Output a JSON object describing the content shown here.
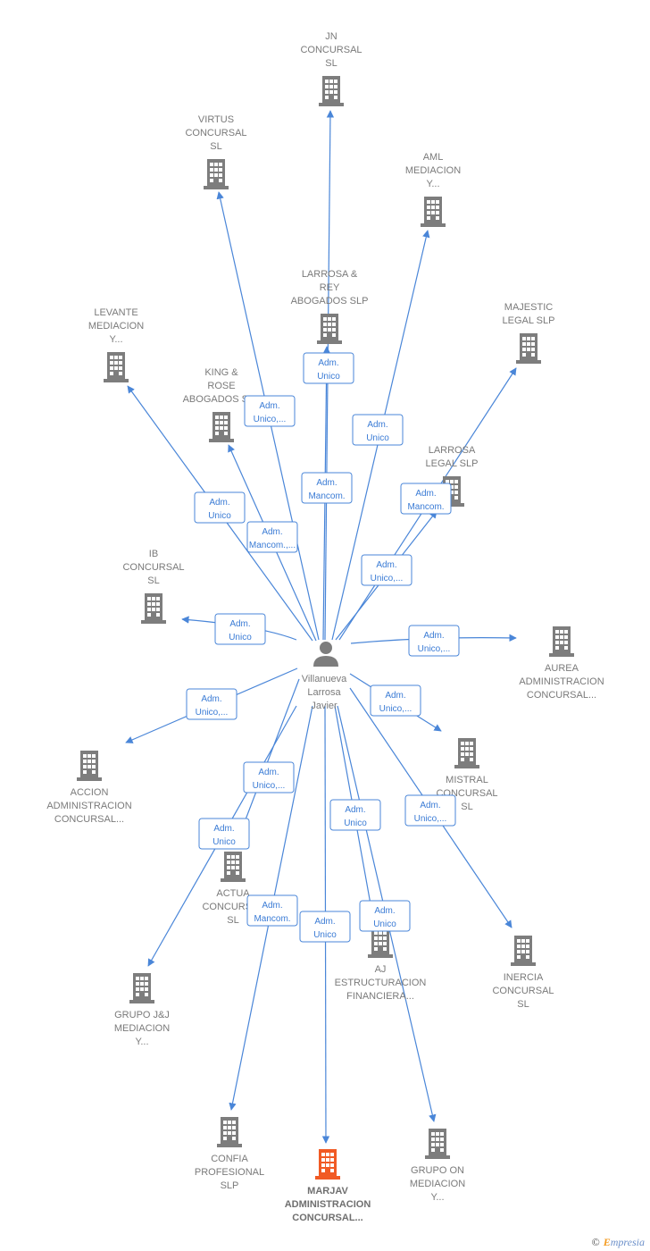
{
  "colors": {
    "edge": "#4a86d8",
    "building": "#7d7d7d",
    "highlight": "#f15a24",
    "person": "#7d7d7d"
  },
  "center": {
    "name": [
      "Villanueva",
      "Larrosa",
      "Javier"
    ],
    "icon": "person-icon"
  },
  "companies": [
    {
      "id": "jn",
      "lines": [
        "JN",
        "CONCURSAL",
        "SL"
      ]
    },
    {
      "id": "virtus",
      "lines": [
        "VIRTUS",
        "CONCURSAL",
        "SL"
      ]
    },
    {
      "id": "aml",
      "lines": [
        "AML",
        "MEDIACION",
        "Y..."
      ]
    },
    {
      "id": "larrosa-rey",
      "lines": [
        "LARROSA &",
        "REY",
        "ABOGADOS  SLP"
      ]
    },
    {
      "id": "majestic",
      "lines": [
        "MAJESTIC",
        "LEGAL  SLP"
      ]
    },
    {
      "id": "levante",
      "lines": [
        "LEVANTE",
        "MEDIACION",
        "Y..."
      ]
    },
    {
      "id": "king-rose",
      "lines": [
        "KING &",
        "ROSE",
        "ABOGADOS  SLP"
      ]
    },
    {
      "id": "larrosa-legal",
      "lines": [
        "LARROSA",
        "LEGAL  SLP"
      ]
    },
    {
      "id": "ib",
      "lines": [
        "IB",
        "CONCURSAL",
        "SL"
      ]
    },
    {
      "id": "aurea",
      "lines": [
        "AUREA",
        "ADMINISTRACION",
        "CONCURSAL..."
      ]
    },
    {
      "id": "accion",
      "lines": [
        "ACCION",
        "ADMINISTRACION",
        "CONCURSAL..."
      ]
    },
    {
      "id": "mistral",
      "lines": [
        "MISTRAL",
        "CONCURSAL",
        "SL"
      ]
    },
    {
      "id": "actua",
      "lines": [
        "ACTUA",
        "CONCURSAL",
        "SL"
      ]
    },
    {
      "id": "aj",
      "lines": [
        "AJ",
        "ESTRUCTURACION",
        "FINANCIERA..."
      ]
    },
    {
      "id": "inercia",
      "lines": [
        "INERCIA",
        "CONCURSAL",
        "SL"
      ]
    },
    {
      "id": "grupo-jj",
      "lines": [
        "GRUPO J&J",
        "MEDIACION",
        "Y..."
      ]
    },
    {
      "id": "confia",
      "lines": [
        "CONFIA",
        "PROFESIONAL",
        "SLP"
      ]
    },
    {
      "id": "marjav",
      "lines": [
        "MARJAV",
        "ADMINISTRACION",
        "CONCURSAL..."
      ],
      "highlight": true
    },
    {
      "id": "grupo-on",
      "lines": [
        "GRUPO ON",
        "MEDIACION",
        "Y..."
      ]
    }
  ],
  "relations": [
    {
      "to": "jn",
      "label": [
        "Adm.",
        "Unico"
      ]
    },
    {
      "to": "virtus",
      "label": [
        "Adm.",
        "Unico,..."
      ]
    },
    {
      "to": "aml",
      "label": [
        "Adm.",
        "Unico"
      ]
    },
    {
      "to": "larrosa-rey",
      "label": [
        "Adm.",
        "Mancom."
      ]
    },
    {
      "to": "majestic",
      "label": [
        "Adm.",
        "Mancom."
      ]
    },
    {
      "to": "levante",
      "label": [
        "Adm.",
        "Unico"
      ]
    },
    {
      "to": "king-rose",
      "label": [
        "Adm.",
        "Mancom.,..."
      ]
    },
    {
      "to": "larrosa-legal",
      "label": [
        "Adm.",
        "Unico,..."
      ]
    },
    {
      "to": "ib",
      "label": [
        "Adm.",
        "Unico"
      ]
    },
    {
      "to": "aurea",
      "label": [
        "Adm.",
        "Unico,..."
      ]
    },
    {
      "to": "accion",
      "label": [
        "Adm.",
        "Unico,..."
      ]
    },
    {
      "to": "mistral",
      "label": [
        "Adm.",
        "Unico,..."
      ]
    },
    {
      "to": "actua",
      "label": [
        "Adm.",
        "Unico,..."
      ]
    },
    {
      "to": "inercia",
      "label": [
        "Adm.",
        "Unico,..."
      ]
    },
    {
      "to": "grupo-jj",
      "label": [
        "Adm.",
        "Unico"
      ]
    },
    {
      "to": "aj",
      "label": [
        "Adm.",
        "Unico"
      ]
    },
    {
      "to": "confia",
      "label": [
        "Adm.",
        "Mancom."
      ]
    },
    {
      "to": "marjav",
      "label": [
        "Adm.",
        "Unico"
      ]
    },
    {
      "to": "grupo-on",
      "label": [
        "Adm.",
        "Unico"
      ]
    },
    {
      "to": "larrosa-rey",
      "label": [
        "Adm.",
        "Unico"
      ]
    }
  ],
  "footer": {
    "copyright": "©",
    "brand_first": "E",
    "brand_rest": "mpresia"
  }
}
